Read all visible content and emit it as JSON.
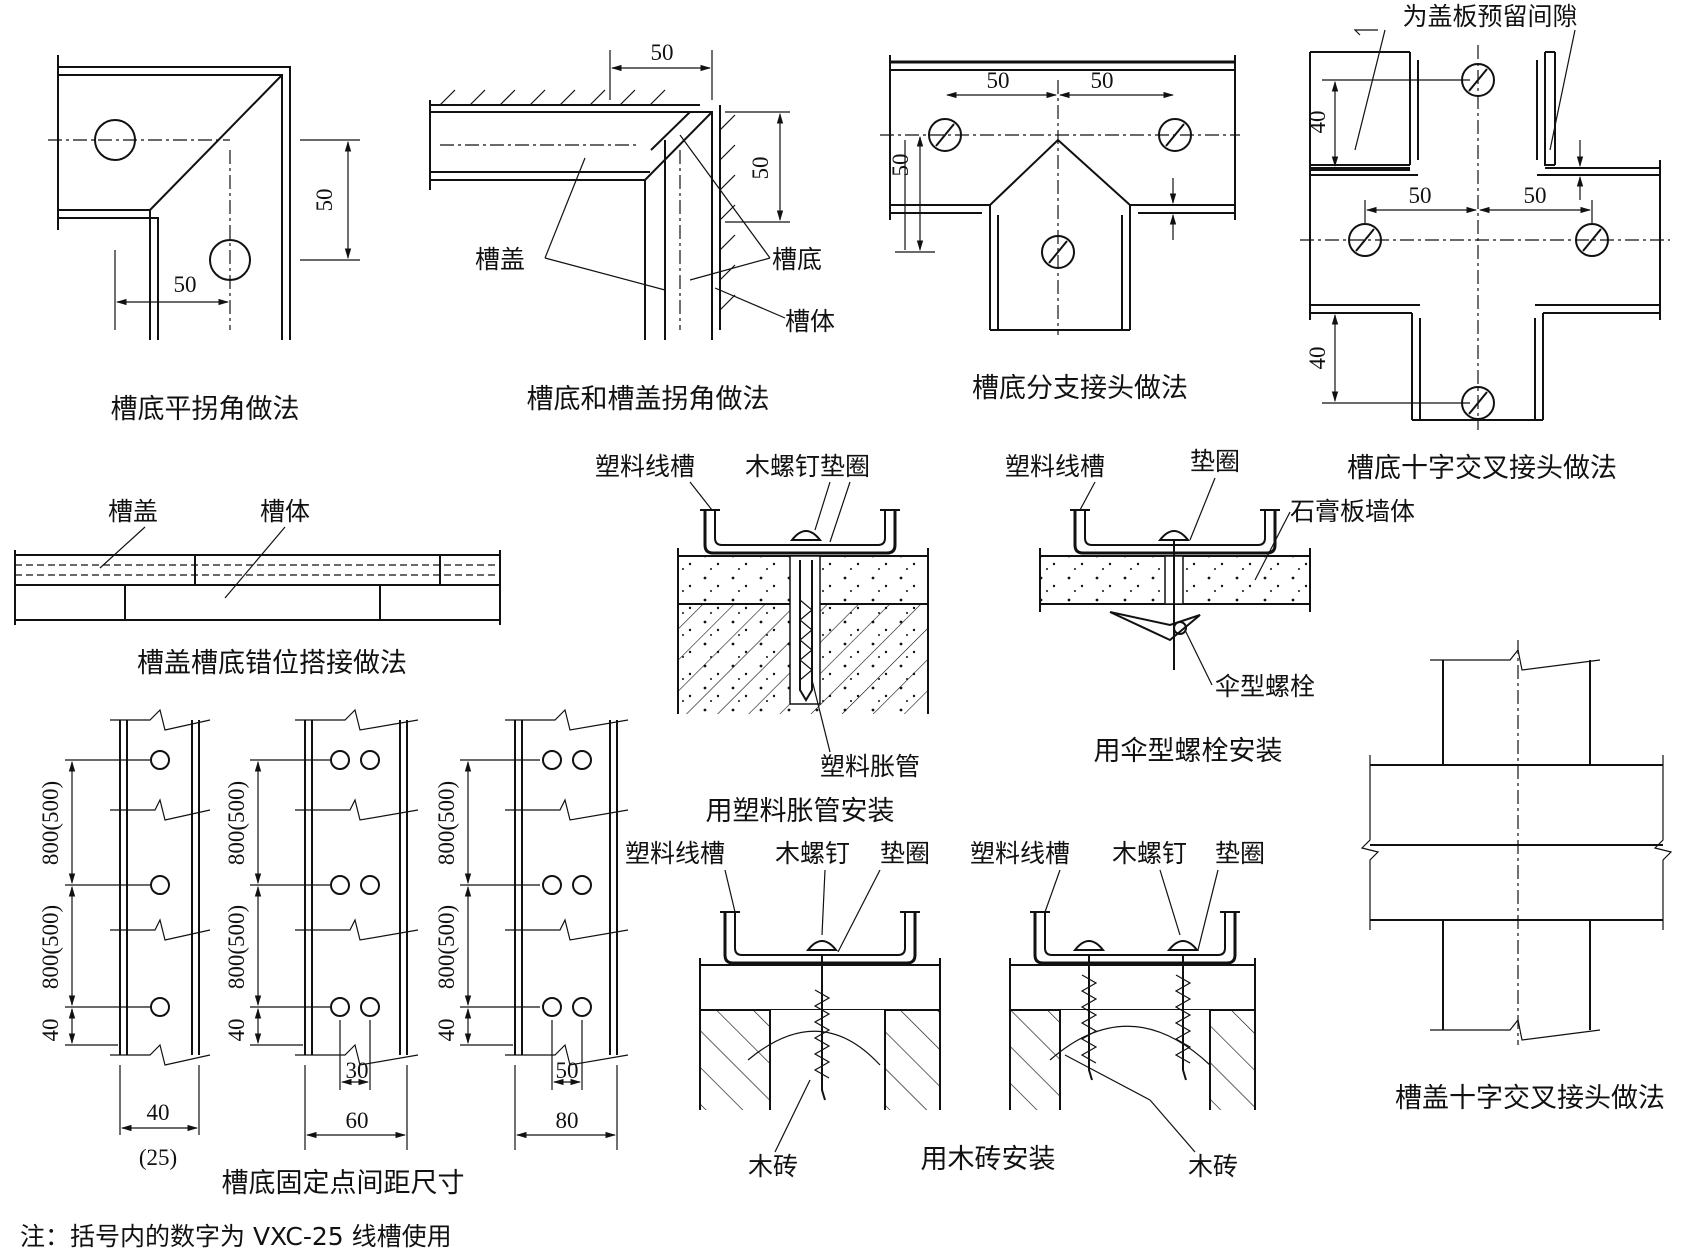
{
  "captions": {
    "flat_corner": "槽底平拐角做法",
    "bottom_cover_corner": "槽底和槽盖拐角做法",
    "branch_joint": "槽底分支接头做法",
    "cross_joint_bottom": "槽底十字交叉接头做法",
    "staggered_lap": "槽盖槽底错位搭接做法",
    "fixing_spacing": "槽底固定点间距尺寸",
    "expansion_install": "用塑料胀管安装",
    "umbrella_install": "用伞型螺栓安装",
    "wood_brick_install": "用木砖安装",
    "cover_cross_joint": "槽盖十字交叉接头做法"
  },
  "labels": {
    "cover": "槽盖",
    "bottom": "槽底",
    "body": "槽体",
    "gap_for_cover": "为盖板预留间隙",
    "plastic_trunking": "塑料线槽",
    "wood_screw_washer": "木螺钉垫圈",
    "washer": "垫圈",
    "gypsum_wall": "石膏板墙体",
    "umbrella_bolt": "伞型螺栓",
    "plastic_anchor": "塑料胀管",
    "wood_screw": "木螺钉",
    "wood_brick": "木砖"
  },
  "dimensions": {
    "d50": "50",
    "d40": "40",
    "d800": "800(500)",
    "w40": "40",
    "w25": "(25)",
    "w30": "30",
    "w60": "60",
    "w50": "50",
    "w80": "80"
  },
  "note": "注：括号内的数字为 VXC-25 线槽使用"
}
